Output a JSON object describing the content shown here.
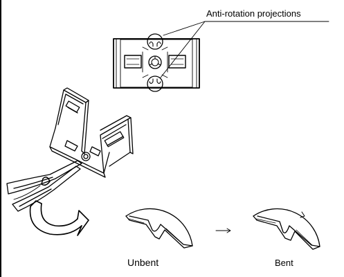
{
  "labels": {
    "callout": "Anti-rotation projections",
    "unbent": "Unbent",
    "bent": "Bent"
  },
  "colors": {
    "line": "#000000",
    "background": "#ffffff"
  },
  "icons": [
    "pliers-icon",
    "curved-arrow-icon",
    "right-arrow-icon"
  ]
}
